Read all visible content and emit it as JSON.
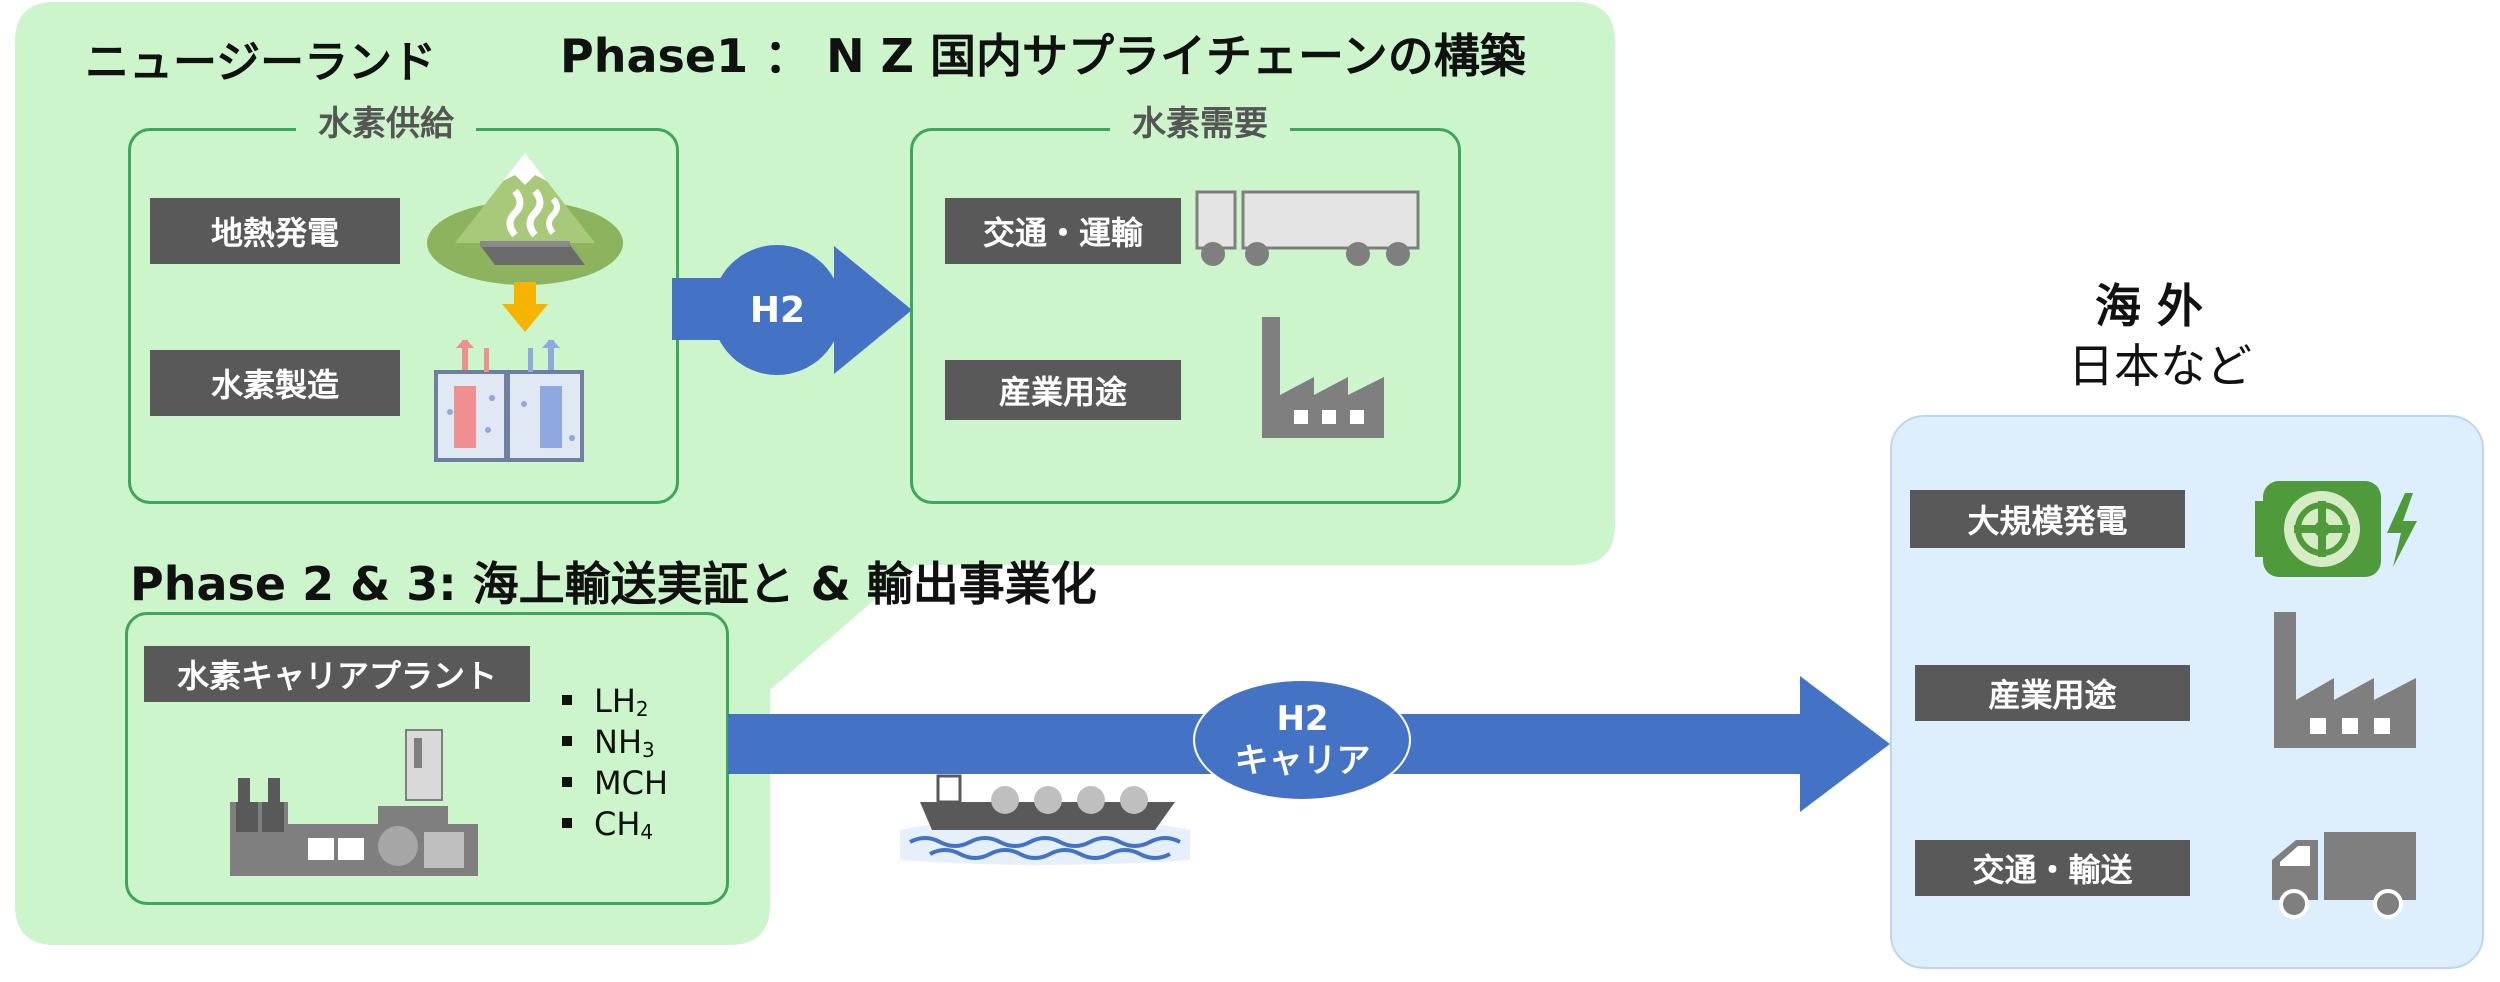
{
  "colors": {
    "nz_panel": "#ccf5cc",
    "frame_green": "#3fa55a",
    "overseas_panel": "#ddeefd",
    "arrow_blue": "#4472c4",
    "tag_gray": "#595959",
    "icon_gray": "#7f7f7f"
  },
  "nz": {
    "title": "ニュージーランド",
    "phase1_title": "Phase1 ： N Z 国内サプライチェーンの構築",
    "supply": {
      "legend": "水素供給",
      "items": [
        "地熱発電",
        "水素製造"
      ]
    },
    "arrow_label": "H2",
    "demand": {
      "legend": "水素需要",
      "items": [
        "交通・運輸",
        "産業用途"
      ]
    },
    "phase23_title": "Phase 2 & 3: 海上輸送実証と & 輸出事業化",
    "carrier_plant": {
      "label": "水素キャリアプラント",
      "carriers": [
        {
          "base": "LH",
          "sub": "2"
        },
        {
          "base": "NH",
          "sub": "3"
        },
        {
          "base": "MCH",
          "sub": ""
        },
        {
          "base": "CH",
          "sub": "4"
        }
      ]
    }
  },
  "transport": {
    "badge_line1": "H2",
    "badge_line2": "キャリア"
  },
  "overseas": {
    "title": "海 外",
    "subtitle": "日本など",
    "items": [
      "大規模発電",
      "産業用途",
      "交通・輸送"
    ]
  }
}
